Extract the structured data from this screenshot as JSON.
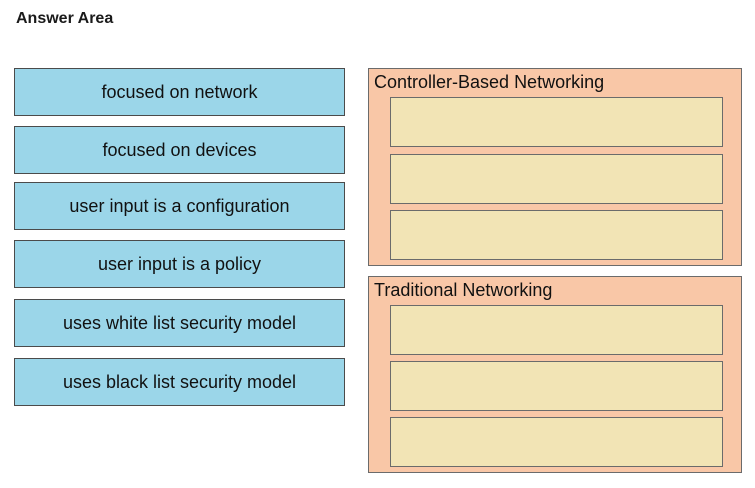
{
  "page": {
    "title": "Answer Area"
  },
  "source_items": [
    "focused on network",
    "focused on devices",
    "user input is a configuration",
    "user input is a policy",
    "uses white list security model",
    "uses black list security model"
  ],
  "targets": {
    "controller_based": {
      "heading": "Controller-Based Networking",
      "slot_count": 3
    },
    "traditional": {
      "heading": "Traditional Networking",
      "slot_count": 3
    }
  },
  "colors": {
    "source_fill": "#9bd6e9",
    "group_fill": "#f9c7a7",
    "slot_fill": "#f2e4b5",
    "border": "#4b4b4b"
  }
}
